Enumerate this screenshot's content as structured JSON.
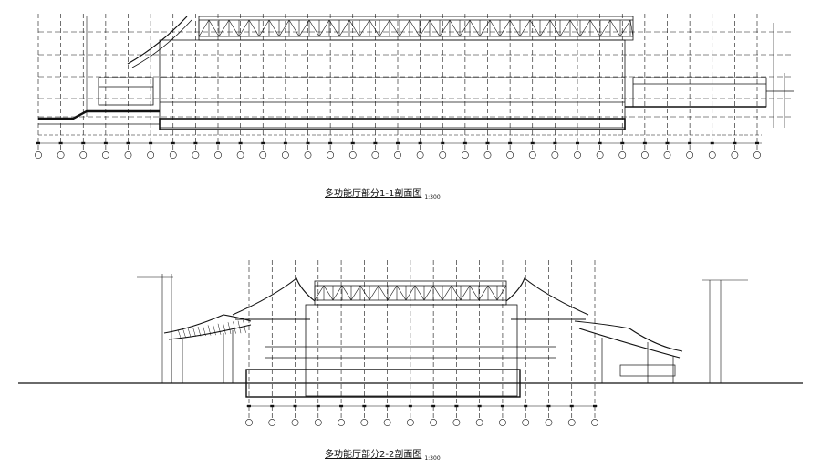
{
  "section_1": {
    "title": "多功能厅部分1-1剖面图",
    "scale": "1:300",
    "axis_count": 33
  },
  "section_2": {
    "title": "多功能厅部分2-2剖面图",
    "scale": "1:300",
    "axis_count": 16
  },
  "colors": {
    "line": "#111111",
    "grid": "#222222"
  }
}
